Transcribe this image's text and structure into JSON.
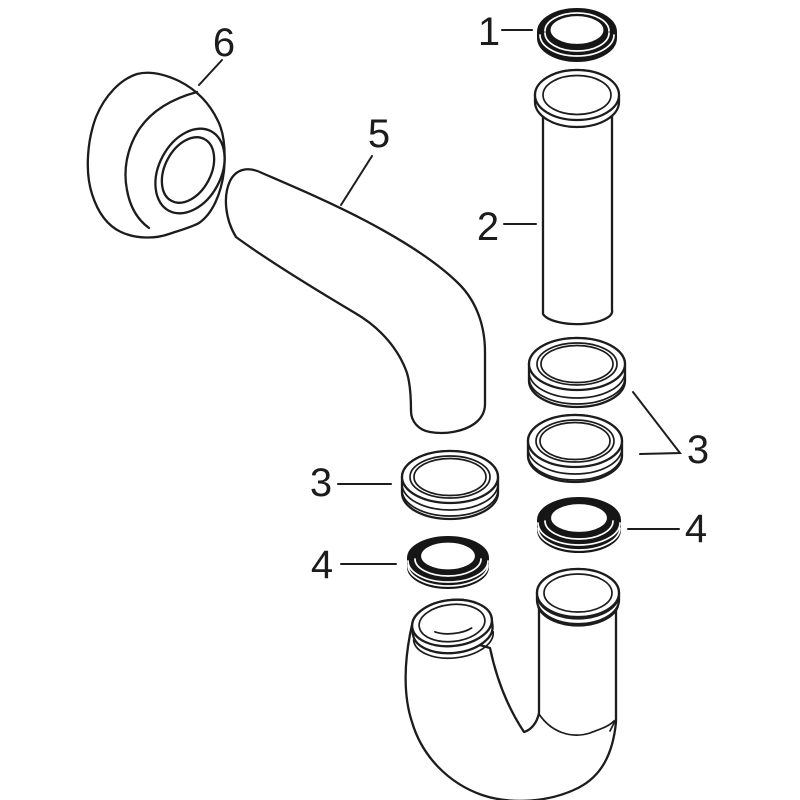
{
  "canvas": {
    "background": "#ffffff",
    "line_color": "#1c1c1c",
    "dark_fill": "#161616"
  },
  "callouts": [
    {
      "id": "1",
      "text": "1"
    },
    {
      "id": "2",
      "text": "2"
    },
    {
      "id": "3-right",
      "text": "3"
    },
    {
      "id": "4-right",
      "text": "4"
    },
    {
      "id": "3-left",
      "text": "3"
    },
    {
      "id": "4-left",
      "text": "4"
    },
    {
      "id": "5",
      "text": "5"
    },
    {
      "id": "6",
      "text": "6"
    }
  ]
}
